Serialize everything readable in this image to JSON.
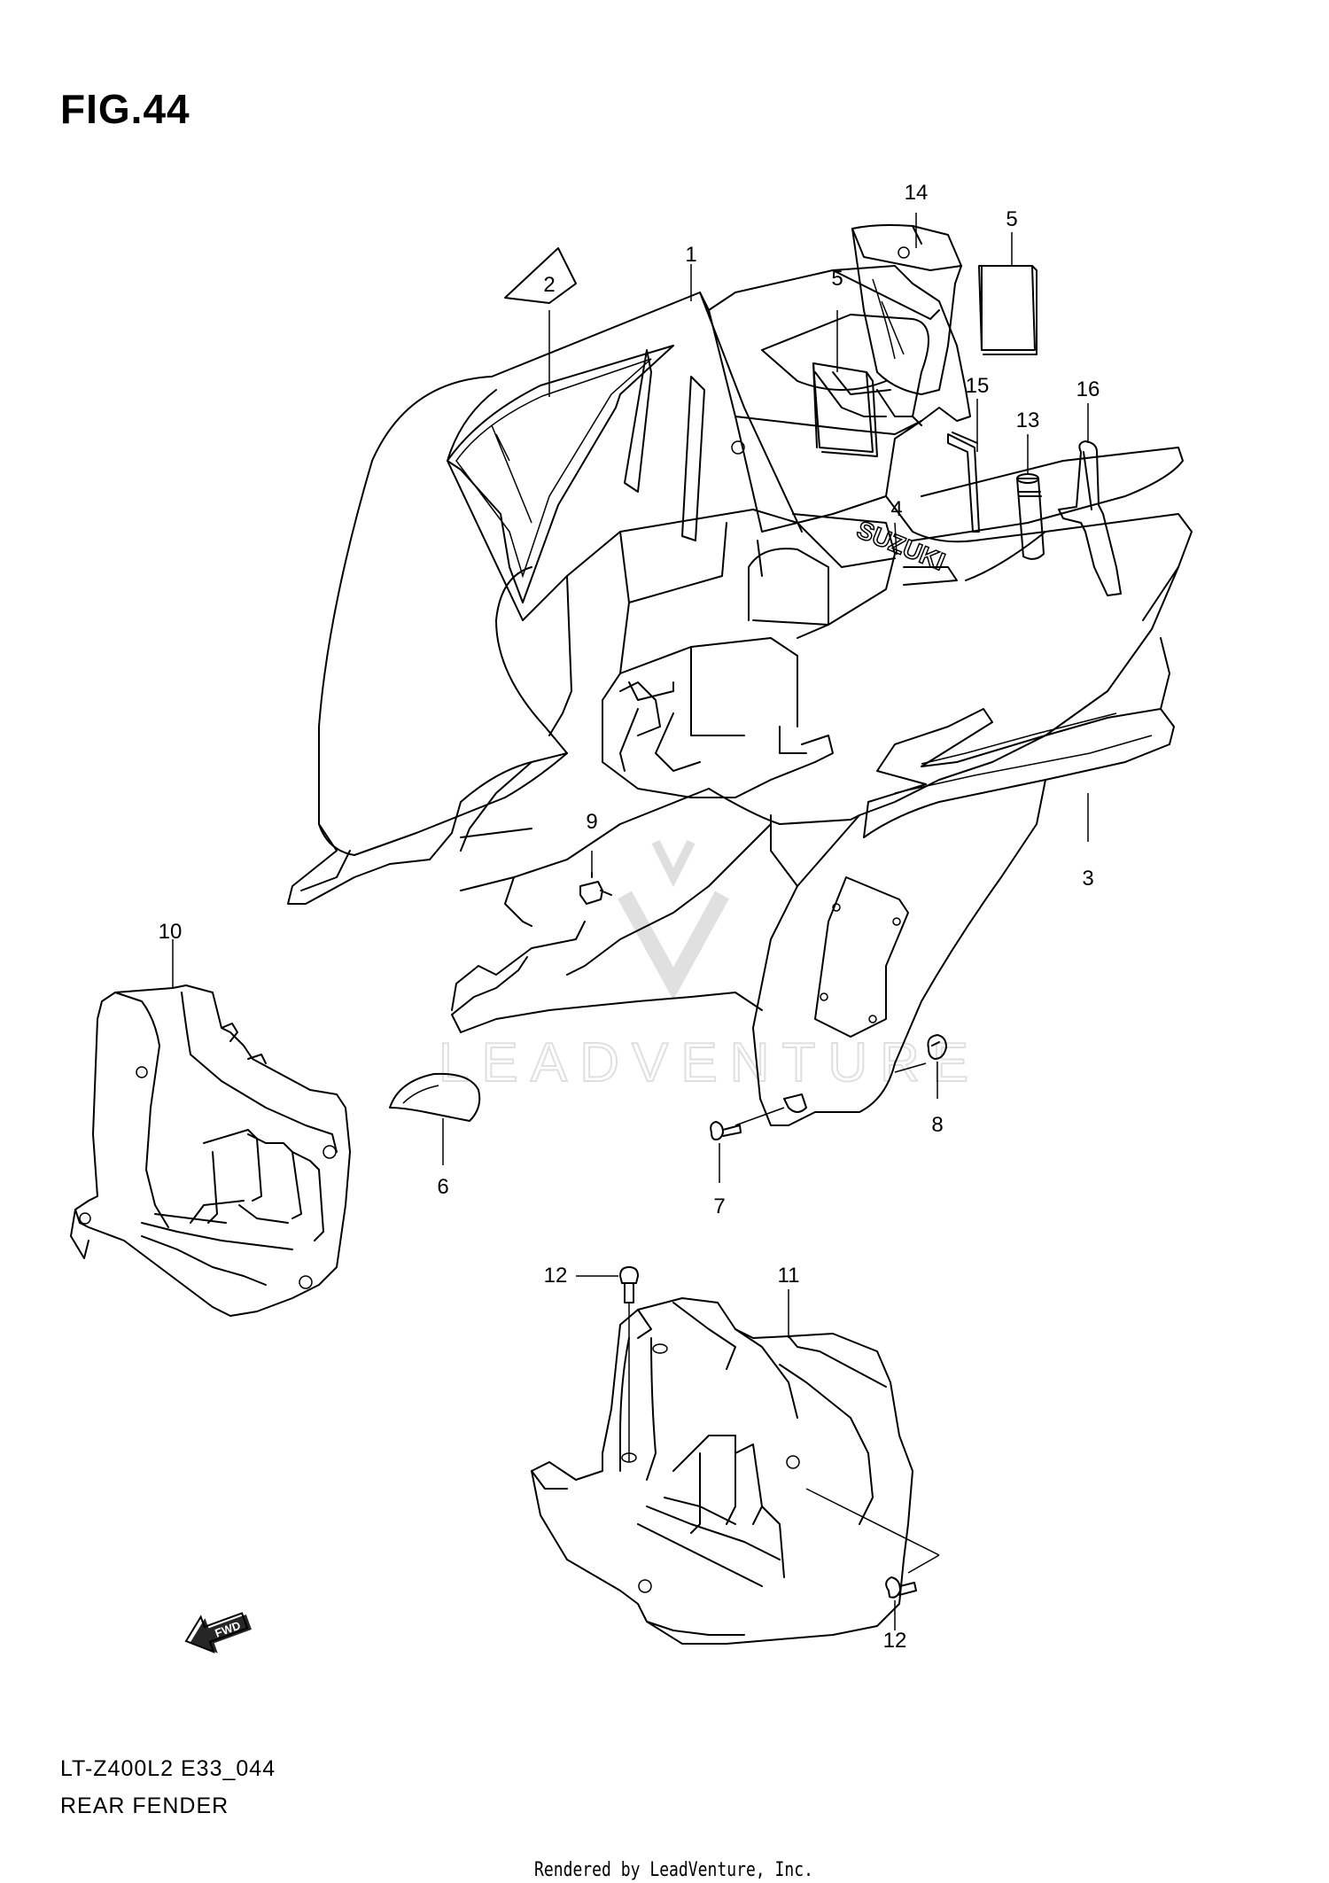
{
  "figure": {
    "title": "FIG.44"
  },
  "callouts": {
    "c1": "1",
    "c2": "2",
    "c3": "3",
    "c4": "4",
    "c5a": "5",
    "c5b": "5",
    "c6": "6",
    "c7": "7",
    "c8": "8",
    "c9": "9",
    "c10": "10",
    "c11": "11",
    "c12a": "12",
    "c12b": "12",
    "c13": "13",
    "c14": "14",
    "c15": "15",
    "c16": "16"
  },
  "footer": {
    "code": "LT-Z400L2 E33_044",
    "title": "REAR FENDER",
    "credit": "Rendered by LeadVenture, Inc."
  },
  "logos": {
    "fender_brand": "SUZUKI",
    "direction_arrow": "FWD",
    "watermark": "LEADVENTURE"
  }
}
